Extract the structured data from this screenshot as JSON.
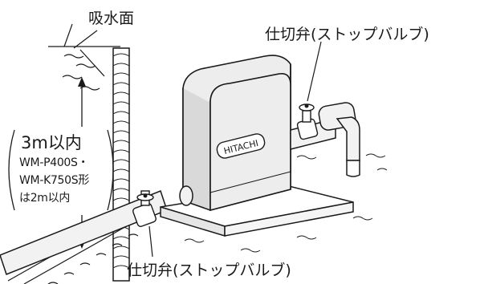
{
  "labels": {
    "suction_surface": "吸水面",
    "valve_top": "仕切弁(ストップバルブ)",
    "valve_bottom": "仕切弁(ストップバルブ)",
    "depth_main": "3m以内",
    "depth_note_line1": "WM-P400S・",
    "depth_note_line2": "WM-K750S形",
    "depth_note_line3": "は2m以内",
    "brand": "HITACHI"
  },
  "colors": {
    "line": "#1a1a1a",
    "pump_body": "#ededed",
    "pump_shade": "#d9d9d9",
    "pipe": "#f2f2f2",
    "background": "#ffffff"
  }
}
